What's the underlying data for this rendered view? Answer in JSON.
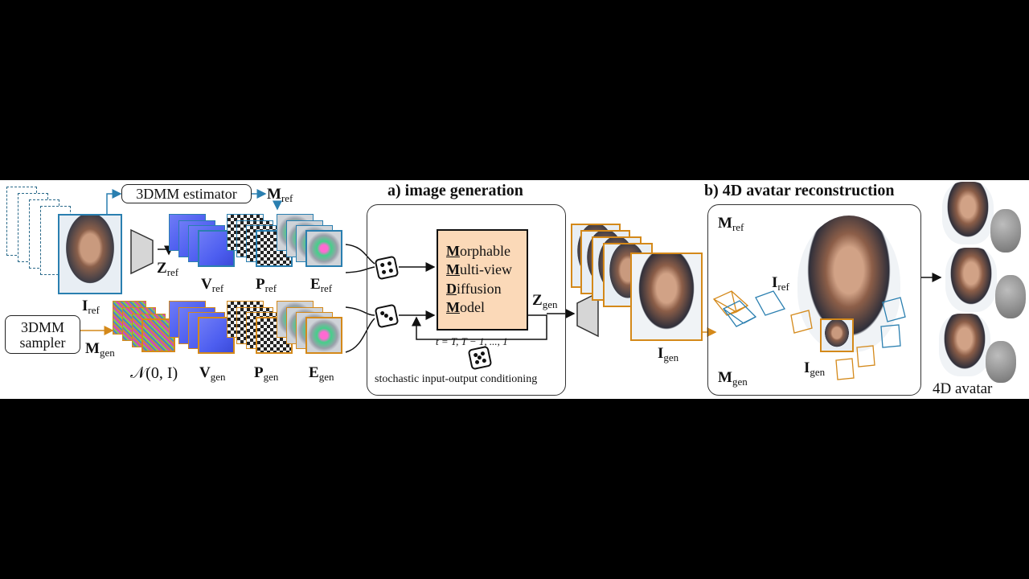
{
  "headings": {
    "image_generation": "a) image generation",
    "avatar_reconstruction": "b) 4D avatar reconstruction"
  },
  "boxes": {
    "estimator": "3DMM estimator",
    "sampler_line1": "3DMM",
    "sampler_line2": "sampler"
  },
  "model": {
    "line1_initial": "M",
    "line1_rest": "orphable",
    "line2_initial": "M",
    "line2_rest": "ulti-view",
    "line3_initial": "D",
    "line3_rest": "iffusion",
    "line4_initial": "M",
    "line4_rest": "odel"
  },
  "symbols": {
    "I": "I",
    "Z": "Z",
    "V": "V",
    "P": "P",
    "E": "E",
    "M": "M",
    "ref": "ref",
    "gen": "gen",
    "noise_text": "𝒩(0, I)"
  },
  "loop_text": "t = T, T − 1, ..., 1",
  "conditioning_caption": "stochastic input-output conditioning",
  "avatar_label": "4D avatar",
  "colors": {
    "ref": "#2a7fb0",
    "gen": "#d4891a",
    "model_fill": "#fbd9b8"
  }
}
